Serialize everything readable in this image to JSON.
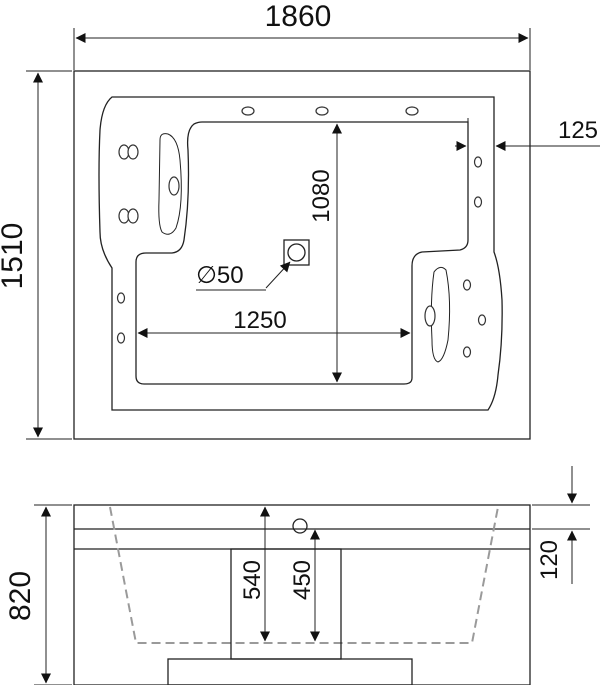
{
  "diagram": {
    "top_view": {
      "overall_length": "1860",
      "overall_width": "1510",
      "inner_length": "1250",
      "inner_width": "1080",
      "drain_diameter": "∅50",
      "rim_offset": "125"
    },
    "side_view": {
      "overall_height": "820",
      "depth_540": "540",
      "depth_450": "450",
      "rim_height": "120"
    }
  }
}
